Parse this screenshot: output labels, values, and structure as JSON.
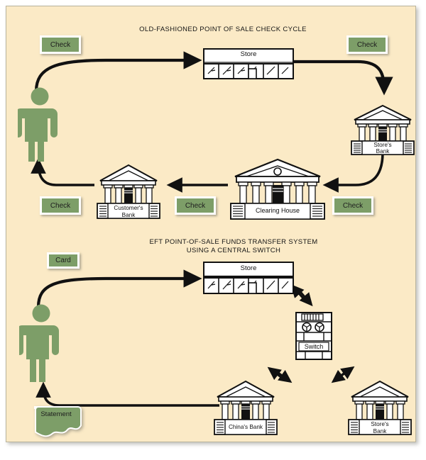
{
  "page": {
    "background_color": "#fbeac6",
    "accent_green": "#7d9e68",
    "line_color": "#111111"
  },
  "diagrams": [
    {
      "id": "old-fashioned-check-cycle",
      "title": "OLD-FASHIONED POINT OF SALE CHECK CYCLE",
      "nodes": {
        "customer": "customer-person",
        "store": "Store",
        "stores_bank": "Store's\nBank",
        "clearing_house": "Clearing House",
        "customers_bank": "Customer's\nBank"
      },
      "labels": [
        {
          "text": "Check",
          "position": "customer-to-store"
        },
        {
          "text": "Check",
          "position": "store-to-stores-bank"
        },
        {
          "text": "Check",
          "position": "stores-bank-to-clearing-house"
        },
        {
          "text": "Check",
          "position": "clearing-house-to-customers-bank"
        },
        {
          "text": "Check",
          "position": "customers-bank-to-customer"
        }
      ]
    },
    {
      "id": "eft-central-switch",
      "title_line1": "EFT POINT-OF-SALE FUNDS TRANSFER SYSTEM",
      "title_line2": "USING A CENTRAL SWITCH",
      "nodes": {
        "customer": "customer-person",
        "store": "Store",
        "switch": "Switch",
        "chinas_bank": "China's Bank",
        "stores_bank": "Store's\nBank"
      },
      "labels": [
        {
          "text": "Card",
          "position": "customer-to-store"
        },
        {
          "text": "Statement",
          "position": "chinas-bank-to-customer"
        }
      ]
    }
  ],
  "text": {
    "title_top": "OLD-FASHIONED POINT OF SALE CHECK CYCLE",
    "title_bottom_line1": "EFT POINT-OF-SALE FUNDS TRANSFER SYSTEM",
    "title_bottom_line2": "USING A CENTRAL SWITCH",
    "store": "Store",
    "store2": "Store",
    "check1": "Check",
    "check2": "Check",
    "check3": "Check",
    "check4": "Check",
    "check5": "Check",
    "card": "Card",
    "statement": "Statement",
    "switch": "Switch",
    "stores_bank_line1": "Store's",
    "stores_bank_line2": "Bank",
    "customers_bank_line1": "Customer's",
    "customers_bank_line2": "Bank",
    "clearing_house": "Clearing House",
    "chinas_bank": "China's Bank",
    "stores_bank2_line1": "Store's",
    "stores_bank2_line2": "Bank"
  }
}
